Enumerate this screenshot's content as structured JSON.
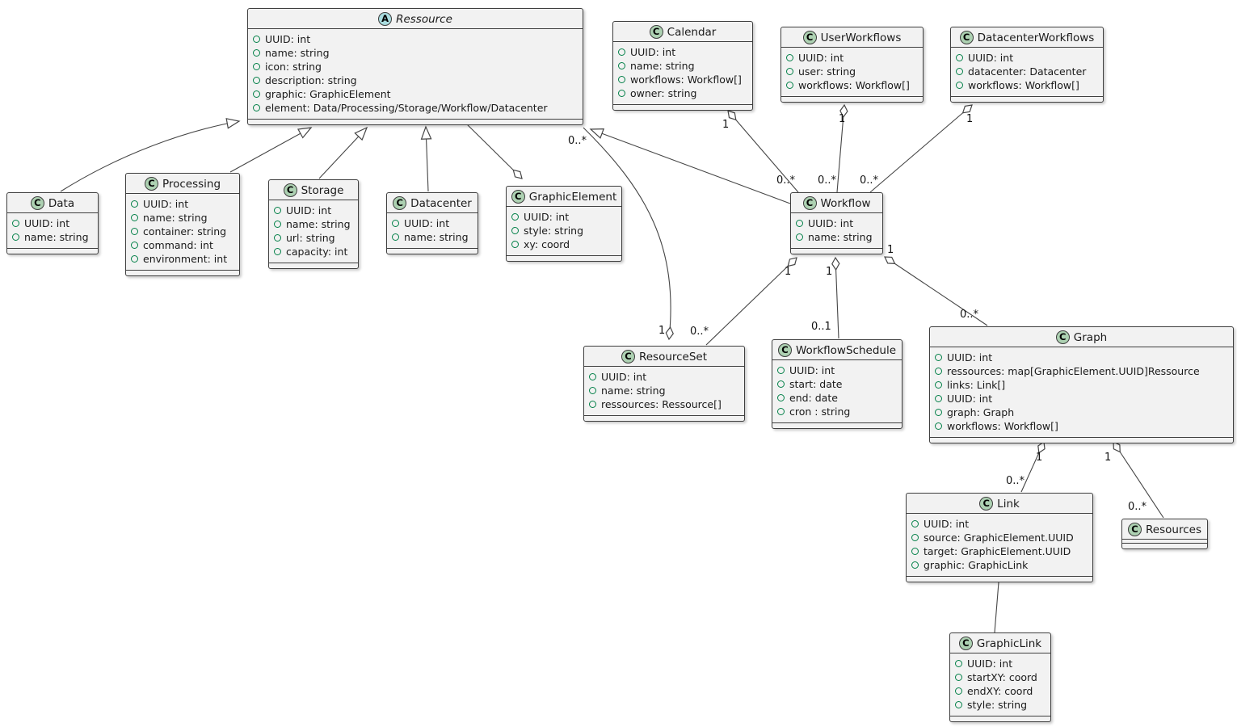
{
  "icons": {
    "abstract_letter": "A",
    "class_letter": "C"
  },
  "colors": {
    "class_spot_fill": "#ADD1B2",
    "abstract_spot_fill": "#A9DCDF",
    "box_fill": "#F2F2F2",
    "box_border": "#3f3f3f",
    "field_icon_green": "#038048",
    "edge_line": "#454545"
  },
  "classes": {
    "ressource": {
      "name": "Ressource",
      "attrs": [
        "UUID: int",
        "name: string",
        "icon: string",
        "description: string",
        "graphic: GraphicElement",
        "element: Data/Processing/Storage/Workflow/Datacenter"
      ]
    },
    "calendar": {
      "name": "Calendar",
      "attrs": [
        "UUID: int",
        "name: string",
        "workflows: Workflow[]",
        "owner: string"
      ]
    },
    "userworkflows": {
      "name": "UserWorkflows",
      "attrs": [
        "UUID: int",
        "user: string",
        "workflows: Workflow[]"
      ]
    },
    "datacenterworkflows": {
      "name": "DatacenterWorkflows",
      "attrs": [
        "UUID: int",
        "datacenter: Datacenter",
        "workflows: Workflow[]"
      ]
    },
    "data": {
      "name": "Data",
      "attrs": [
        "UUID: int",
        "name: string"
      ]
    },
    "processing": {
      "name": "Processing",
      "attrs": [
        "UUID: int",
        "name: string",
        "container: string",
        "command: int",
        "environment: int"
      ]
    },
    "storage": {
      "name": "Storage",
      "attrs": [
        "UUID: int",
        "name: string",
        "url: string",
        "capacity: int"
      ]
    },
    "datacenter": {
      "name": "Datacenter",
      "attrs": [
        "UUID: int",
        "name: string"
      ]
    },
    "graphicelement": {
      "name": "GraphicElement",
      "attrs": [
        "UUID: int",
        "style: string",
        "xy: coord"
      ]
    },
    "workflow": {
      "name": "Workflow",
      "attrs": [
        "UUID: int",
        "name: string"
      ]
    },
    "resourceset": {
      "name": "ResourceSet",
      "attrs": [
        "UUID: int",
        "name: string",
        "ressources: Ressource[]"
      ]
    },
    "workflowschedule": {
      "name": "WorkflowSchedule",
      "attrs": [
        "UUID: int",
        "start: date",
        "end: date",
        "cron : string"
      ]
    },
    "graph": {
      "name": "Graph",
      "attrs": [
        "UUID: int",
        "ressources: map[GraphicElement.UUID]Ressource",
        "links: Link[]",
        "UUID: int",
        "graph: Graph",
        "workflows: Workflow[]"
      ]
    },
    "link": {
      "name": "Link",
      "attrs": [
        "UUID: int",
        "source: GraphicElement.UUID",
        "target: GraphicElement.UUID",
        "graphic: GraphicLink"
      ]
    },
    "resources": {
      "name": "Resources",
      "attrs": []
    },
    "graphiclink": {
      "name": "GraphicLink",
      "attrs": [
        "UUID: int",
        "startXY: coord",
        "endXY: coord",
        "style: string"
      ]
    }
  },
  "multiplicities": {
    "calendar_workflow": {
      "calendar_end": "1",
      "workflow_end": "0..*"
    },
    "userworkflows_workflow": {
      "userworkflows_end": "1",
      "workflow_end": "0..*"
    },
    "datacenterworkflows_workflow": {
      "datacenterworkflows_end": "1",
      "workflow_end": "0..*"
    },
    "resourceset_ressource": {
      "resourceset_end": "1",
      "ressource_end": "0..*"
    },
    "workflow_resourceset": {
      "workflow_end": "1",
      "resourceset_end": "0..*"
    },
    "workflow_workflowschedule": {
      "workflow_end": "1",
      "workflowschedule_end": "0..1"
    },
    "workflow_graph": {
      "workflow_end": "1",
      "graph_end": "0..*"
    },
    "graph_link": {
      "graph_end": "1",
      "link_end": "0..*"
    },
    "graph_resources": {
      "graph_end": "1",
      "resources_end": "0..*"
    }
  }
}
